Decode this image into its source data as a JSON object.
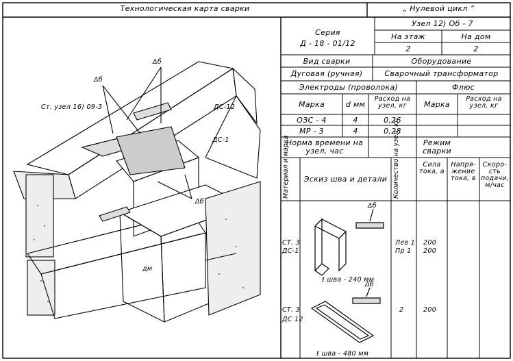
{
  "header": {
    "title": "Технологическая    карта    сварки",
    "project": "„ Нулевой цикл ”"
  },
  "series": {
    "label": "Серия",
    "code": "Д - 18 - 01/12"
  },
  "node": "Узел 12) Об - 7",
  "per_floor": {
    "label": "На этаж",
    "value": "2"
  },
  "per_house": {
    "label": "На дом",
    "value": "2"
  },
  "weld_type": {
    "label": "Вид сварки",
    "value": "Дуговая (ручная)"
  },
  "equipment": {
    "label": "Оборудование",
    "value": "Сварочный    трансформатор"
  },
  "electrodes": {
    "label": "Электроды (проволока)",
    "col_brand": "Марка",
    "col_d": "d мм",
    "col_consumption": "Расход на узел, кг",
    "rows": [
      {
        "brand": "ОЗС - 4",
        "d": "4",
        "consumption": "0,26"
      },
      {
        "brand": "МР - 3",
        "d": "4",
        "consumption": "0,28"
      }
    ]
  },
  "flux": {
    "label": "Флюс",
    "col_brand": "Марка",
    "col_consumption": "Расход на узел, кг"
  },
  "time_norm": "Норма времени на узел, час",
  "weld_mode": "Режим сварки",
  "columns": {
    "material": "Материал и марка",
    "sketch": "Эскиз шва и детали",
    "qty": "Количество на узел, кг",
    "current": "Сила тока, а",
    "voltage": "Напря- жение тока, в",
    "speed": "Скоро- сть подачи, м/час"
  },
  "rows": [
    {
      "material_1": "СТ. 3",
      "material_2": "ДС-1",
      "qty_1": "Лев 1",
      "qty_2": "Пр 1",
      "current_1": "200",
      "current_2": "200",
      "weld_len": "ℓ шва - 240 мм",
      "weld_symbol": "Δб"
    },
    {
      "material_1": "СТ. 3",
      "material_2": "ДС 12",
      "qty_1": "2",
      "current_1": "200",
      "weld_len": "ℓ шва - 480 мм",
      "weld_symbol": "Δб"
    }
  ],
  "drawing": {
    "ref": "Ст. узел 16) 09-3",
    "labels": [
      "Δб",
      "Δб",
      "Δб",
      "ДС-12",
      "ДС-1",
      "дм"
    ]
  }
}
